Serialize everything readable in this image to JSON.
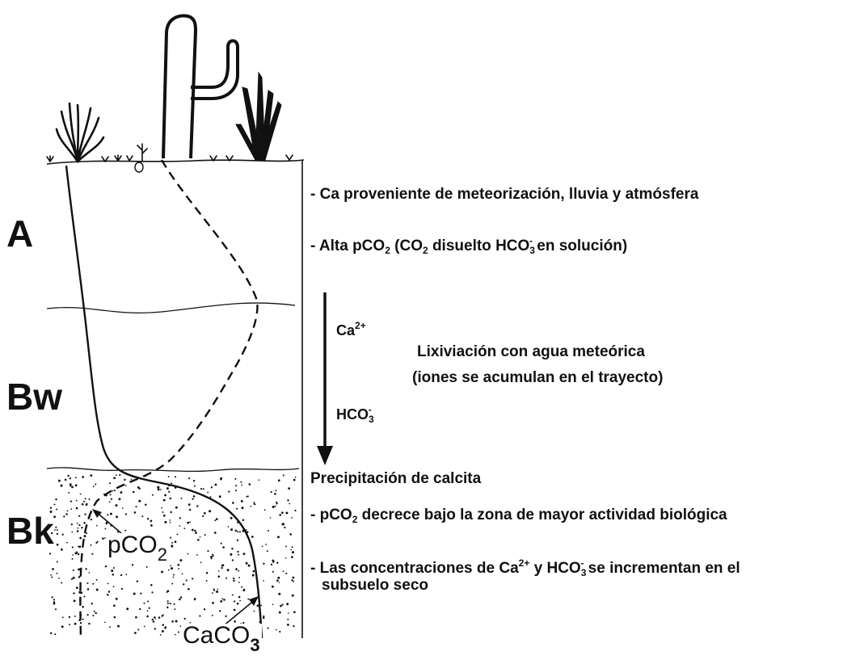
{
  "horizons": {
    "a": "A",
    "bw": "Bw",
    "bk": "Bk"
  },
  "notes": {
    "ca_source": "- Ca proveniente de meteorización, lluvia y atmósfera",
    "high_pco2_prefix": "- Alta pCO",
    "high_pco2_sub1": "2",
    "high_pco2_mid": " (CO",
    "high_pco2_sub2": "2",
    "high_pco2_mid2": " disuelto  HCO",
    "high_pco2_sub3": "3",
    "high_pco2_sup3": "-",
    "high_pco2_suffix": "  en  solución)",
    "leaching_line1": "Lixiviación con agua meteórica",
    "leaching_line2": "(iones se acumulan en el trayecto)",
    "precipitation": "Precipitación de calcita",
    "pco2_decrease_prefix": "- pCO",
    "pco2_decrease_sub": "2",
    "pco2_decrease_suffix": " decrece bajo la zona de mayor actividad biológica",
    "conc_prefix": "- Las concentraciones de Ca",
    "conc_sup1": "2+",
    "conc_mid": " y HCO",
    "conc_sub": "3",
    "conc_sup2": "-",
    "conc_suffix": "    se incrementan en el",
    "conc_line2": "subsuelo seco"
  },
  "ions": {
    "ca": "Ca",
    "ca_sup": "2+",
    "hco": "HCO",
    "hco_sub": "3",
    "hco_sup": "-"
  },
  "curve_labels": {
    "pco2": "pCO",
    "pco2_sub": "2",
    "caco3": "CaCO",
    "caco3_sub": "3"
  },
  "colors": {
    "ink": "#111111",
    "paper": "#ffffff"
  }
}
